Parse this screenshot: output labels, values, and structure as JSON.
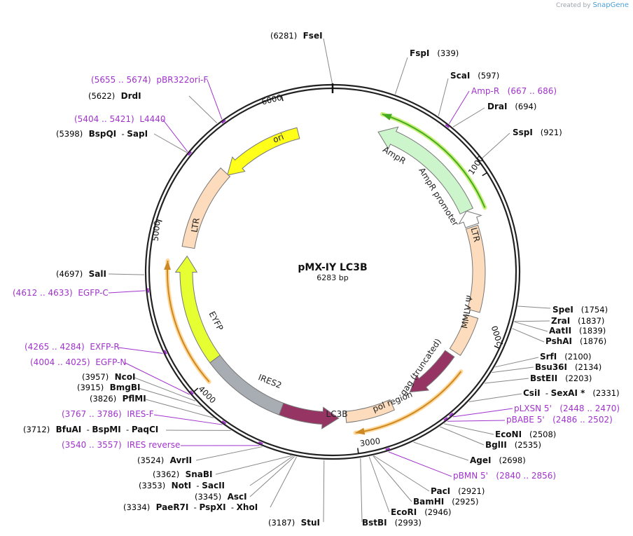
{
  "watermark": {
    "prefix": "Created by",
    "brand": "SnapGene"
  },
  "plasmid": {
    "name": "pMX-IY LC3B",
    "length_label": "6283 bp"
  },
  "ticks": [
    "1000",
    "2000",
    "3000",
    "4000",
    "5000",
    "6000"
  ],
  "features": {
    "ori": "ori",
    "ampr": "AmpR",
    "ampr_promoter": "AmpR promoter",
    "ltr_right": "LTR",
    "ltr_left": "LTR",
    "mmlv": "MMLV Ψ",
    "gag": "gag (truncated)",
    "pol": "pol region",
    "lc3b": "LC3B",
    "ires2": "IRES2",
    "eyfp": "EYFP"
  },
  "sites": [
    {
      "key": "fsei",
      "parts": [
        {
          "t": "(6281)",
          "c": "pos"
        },
        {
          "t": "  FseI",
          "c": "enz"
        }
      ]
    },
    {
      "key": "fspi",
      "parts": [
        {
          "t": "FspI",
          "c": "enz"
        },
        {
          "t": "   (339)",
          "c": "pos"
        }
      ]
    },
    {
      "key": "scai",
      "parts": [
        {
          "t": "ScaI",
          "c": "enz"
        },
        {
          "t": "   (597)",
          "c": "pos"
        }
      ]
    },
    {
      "key": "ampr_p",
      "parts": [
        {
          "t": "Amp-R",
          "c": "primer"
        },
        {
          "t": "   (667 .. 686)",
          "c": "primer"
        }
      ]
    },
    {
      "key": "drai",
      "parts": [
        {
          "t": "DraI",
          "c": "enz"
        },
        {
          "t": "   (694)",
          "c": "pos"
        }
      ]
    },
    {
      "key": "sspi",
      "parts": [
        {
          "t": "SspI",
          "c": "enz"
        },
        {
          "t": "   (921)",
          "c": "pos"
        }
      ]
    },
    {
      "key": "spei",
      "parts": [
        {
          "t": "SpeI",
          "c": "enz"
        },
        {
          "t": "   (1754)",
          "c": "pos"
        }
      ]
    },
    {
      "key": "zrai",
      "parts": [
        {
          "t": "ZraI",
          "c": "enz"
        },
        {
          "t": "   (1837)",
          "c": "pos"
        }
      ]
    },
    {
      "key": "aatii",
      "parts": [
        {
          "t": "AatII",
          "c": "enz"
        },
        {
          "t": "   (1839)",
          "c": "pos"
        }
      ]
    },
    {
      "key": "pshai",
      "parts": [
        {
          "t": "PshAI",
          "c": "enz"
        },
        {
          "t": "   (1876)",
          "c": "pos"
        }
      ]
    },
    {
      "key": "srfi",
      "parts": [
        {
          "t": "SrfI",
          "c": "enz"
        },
        {
          "t": "   (2100)",
          "c": "pos"
        }
      ]
    },
    {
      "key": "bsu36i",
      "parts": [
        {
          "t": "Bsu36I",
          "c": "enz"
        },
        {
          "t": "   (2134)",
          "c": "pos"
        }
      ]
    },
    {
      "key": "bsteii",
      "parts": [
        {
          "t": "BstEII",
          "c": "enz"
        },
        {
          "t": "   (2203)",
          "c": "pos"
        }
      ]
    },
    {
      "key": "csii",
      "parts": [
        {
          "t": "CsiI",
          "c": "enz"
        },
        {
          "t": "  - ",
          "c": "pos"
        },
        {
          "t": "SexAI *",
          "c": "enz"
        },
        {
          "t": "   (2331)",
          "c": "pos"
        }
      ]
    },
    {
      "key": "plxsn",
      "parts": [
        {
          "t": "pLXSN 5'",
          "c": "primer"
        },
        {
          "t": "   (2448 .. 2470)",
          "c": "primer"
        }
      ]
    },
    {
      "key": "pbabe",
      "parts": [
        {
          "t": "pBABE 5'",
          "c": "primer"
        },
        {
          "t": "   (2486 .. 2502)",
          "c": "primer"
        }
      ]
    },
    {
      "key": "econi",
      "parts": [
        {
          "t": "EcoNI",
          "c": "enz"
        },
        {
          "t": "   (2508)",
          "c": "pos"
        }
      ]
    },
    {
      "key": "bglii",
      "parts": [
        {
          "t": "BglII",
          "c": "enz"
        },
        {
          "t": "   (2535)",
          "c": "pos"
        }
      ]
    },
    {
      "key": "agei",
      "parts": [
        {
          "t": "AgeI",
          "c": "enz"
        },
        {
          "t": "   (2698)",
          "c": "pos"
        }
      ]
    },
    {
      "key": "pbmn",
      "parts": [
        {
          "t": "pBMN 5'",
          "c": "primer"
        },
        {
          "t": "   (2840 .. 2856)",
          "c": "primer"
        }
      ]
    },
    {
      "key": "paci",
      "parts": [
        {
          "t": "PacI",
          "c": "enz"
        },
        {
          "t": "   (2921)",
          "c": "pos"
        }
      ]
    },
    {
      "key": "bamhi",
      "parts": [
        {
          "t": "BamHI",
          "c": "enz"
        },
        {
          "t": "   (2925)",
          "c": "pos"
        }
      ]
    },
    {
      "key": "ecori",
      "parts": [
        {
          "t": "EcoRI",
          "c": "enz"
        },
        {
          "t": "   (2946)",
          "c": "pos"
        }
      ]
    },
    {
      "key": "bstbi",
      "parts": [
        {
          "t": "BstBI",
          "c": "enz"
        },
        {
          "t": "   (2993)",
          "c": "pos"
        }
      ]
    },
    {
      "key": "stui",
      "parts": [
        {
          "t": "(3187)",
          "c": "pos"
        },
        {
          "t": "  StuI",
          "c": "enz"
        }
      ]
    },
    {
      "key": "paer7i",
      "parts": [
        {
          "t": "(3334)",
          "c": "pos"
        },
        {
          "t": "  PaeR7I",
          "c": "enz"
        },
        {
          "t": "  - ",
          "c": "pos"
        },
        {
          "t": "PspXI",
          "c": "enz"
        },
        {
          "t": "  - ",
          "c": "pos"
        },
        {
          "t": "XhoI",
          "c": "enz"
        }
      ]
    },
    {
      "key": "asci",
      "parts": [
        {
          "t": "(3345)",
          "c": "pos"
        },
        {
          "t": "  AscI",
          "c": "enz"
        }
      ]
    },
    {
      "key": "noti",
      "parts": [
        {
          "t": "(3353)",
          "c": "pos"
        },
        {
          "t": "  NotI",
          "c": "enz"
        },
        {
          "t": "  - ",
          "c": "pos"
        },
        {
          "t": "SacII",
          "c": "enz"
        }
      ]
    },
    {
      "key": "snabi",
      "parts": [
        {
          "t": "(3362)",
          "c": "pos"
        },
        {
          "t": "  SnaBI",
          "c": "enz"
        }
      ]
    },
    {
      "key": "avrii",
      "parts": [
        {
          "t": "(3524)",
          "c": "pos"
        },
        {
          "t": "  AvrII",
          "c": "enz"
        }
      ]
    },
    {
      "key": "iresrev",
      "parts": [
        {
          "t": "(3540 .. 3557)",
          "c": "primer"
        },
        {
          "t": "  IRES reverse",
          "c": "primer"
        }
      ]
    },
    {
      "key": "bfuai",
      "parts": [
        {
          "t": "(3712)",
          "c": "pos"
        },
        {
          "t": "  BfuAI",
          "c": "enz"
        },
        {
          "t": "  - ",
          "c": "pos"
        },
        {
          "t": "BspMI",
          "c": "enz"
        },
        {
          "t": "  - ",
          "c": "pos"
        },
        {
          "t": "PaqCI",
          "c": "enz"
        }
      ]
    },
    {
      "key": "iresf",
      "parts": [
        {
          "t": "(3767 .. 3786)",
          "c": "primer"
        },
        {
          "t": "  IRES-F",
          "c": "primer"
        }
      ]
    },
    {
      "key": "pflmi",
      "parts": [
        {
          "t": "(3826)",
          "c": "pos"
        },
        {
          "t": "  PflMI",
          "c": "enz"
        }
      ]
    },
    {
      "key": "bmgbi",
      "parts": [
        {
          "t": "(3915)",
          "c": "pos"
        },
        {
          "t": "  BmgBI",
          "c": "enz"
        }
      ]
    },
    {
      "key": "ncoi",
      "parts": [
        {
          "t": "(3957)",
          "c": "pos"
        },
        {
          "t": "  NcoI",
          "c": "enz"
        }
      ]
    },
    {
      "key": "egfpn",
      "parts": [
        {
          "t": "(4004 .. 4025)",
          "c": "primer"
        },
        {
          "t": "  EGFP-N",
          "c": "primer"
        }
      ]
    },
    {
      "key": "exfpr",
      "parts": [
        {
          "t": "(4265 .. 4284)",
          "c": "primer"
        },
        {
          "t": "  EXFP-R",
          "c": "primer"
        }
      ]
    },
    {
      "key": "egfpc",
      "parts": [
        {
          "t": "(4612 .. 4633)",
          "c": "primer"
        },
        {
          "t": "  EGFP-C",
          "c": "primer"
        }
      ]
    },
    {
      "key": "sali",
      "parts": [
        {
          "t": "(4697)",
          "c": "pos"
        },
        {
          "t": "  SalI",
          "c": "enz"
        }
      ]
    },
    {
      "key": "bspqi",
      "parts": [
        {
          "t": "(5398)",
          "c": "pos"
        },
        {
          "t": "  BspQI",
          "c": "enz"
        },
        {
          "t": "  - ",
          "c": "pos"
        },
        {
          "t": "SapI",
          "c": "enz"
        }
      ]
    },
    {
      "key": "l4440",
      "parts": [
        {
          "t": "(5404 .. 5421)",
          "c": "primer"
        },
        {
          "t": "  L4440",
          "c": "primer"
        }
      ]
    },
    {
      "key": "drdi",
      "parts": [
        {
          "t": "(5622)",
          "c": "pos"
        },
        {
          "t": "  DrdI",
          "c": "enz"
        }
      ]
    },
    {
      "key": "pbr322",
      "parts": [
        {
          "t": "(5655 .. 5674)",
          "c": "primer"
        },
        {
          "t": "  pBR322ori-F",
          "c": "primer"
        }
      ]
    }
  ],
  "colors": {
    "enzyme": "#111111",
    "primer": "#a033cc",
    "ring": "#222222"
  }
}
